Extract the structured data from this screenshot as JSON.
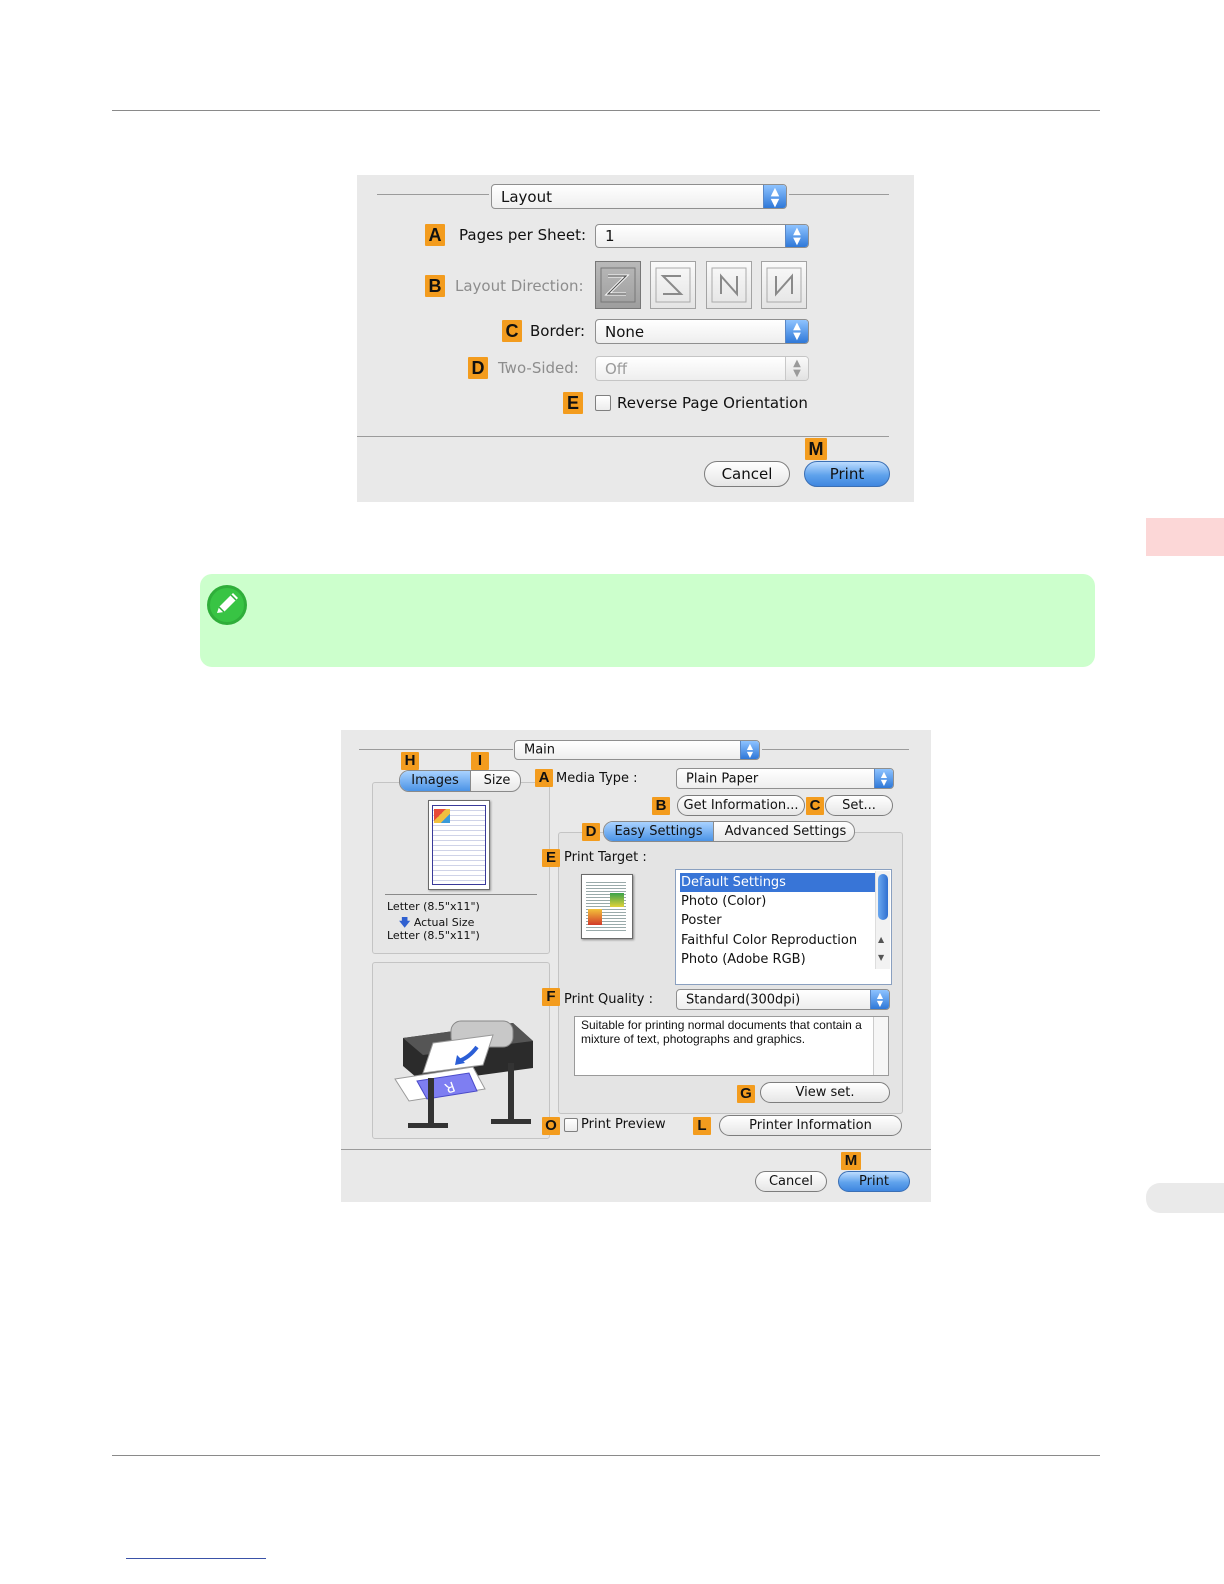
{
  "dialog_layout": {
    "pane_popup": "Layout",
    "pages_per_sheet_label": "Pages per Sheet:",
    "pages_per_sheet_value": "1",
    "layout_direction_label": "Layout Direction:",
    "border_label": "Border:",
    "border_value": "None",
    "two_sided_label": "Two-Sided:",
    "two_sided_value": "Off",
    "reverse_label": "Reverse Page Orientation",
    "cancel": "Cancel",
    "print": "Print",
    "badges": {
      "a": "A",
      "b": "B",
      "c": "C",
      "d": "D",
      "e": "E",
      "m": "M"
    }
  },
  "dialog_main": {
    "pane_popup": "Main",
    "tab_images": "Images",
    "tab_size": "Size",
    "media_type_label": "Media Type :",
    "media_type_value": "Plain Paper",
    "get_information": "Get Information...",
    "set": "Set...",
    "tab_easy": "Easy Settings",
    "tab_advanced": "Advanced Settings",
    "print_target_label": "Print Target :",
    "print_targets": [
      "Default Settings",
      "Photo (Color)",
      "Poster",
      "Faithful Color Reproduction",
      "Photo (Adobe RGB)"
    ],
    "print_quality_label": "Print Quality :",
    "print_quality_value": "Standard(300dpi)",
    "description": "Suitable for printing normal documents that contain a mixture of text, photographs and graphics.",
    "view_set": "View set.",
    "print_preview": "Print Preview",
    "printer_information": "Printer Information",
    "cancel": "Cancel",
    "print": "Print",
    "paper_in": "Letter (8.5\"x11\")",
    "actual_size": "Actual Size",
    "paper_out": "Letter (8.5\"x11\")",
    "badges": {
      "h": "H",
      "i": "I",
      "a": "A",
      "b": "B",
      "c": "C",
      "d": "D",
      "e": "E",
      "f": "F",
      "g": "G",
      "o": "O",
      "l": "L",
      "m": "M"
    }
  },
  "colors": {
    "badge": "#f39c1e",
    "note_bg": "#ccffcc",
    "side_tab": "#fcd7d7",
    "mac_blue": "#3f86df"
  }
}
